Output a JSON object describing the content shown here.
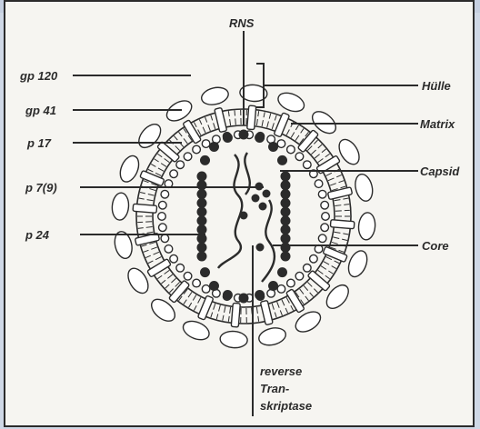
{
  "diagram": {
    "labels": {
      "rns": "RNS",
      "gp120": "gp 120",
      "gp41": "gp 41",
      "p17": "p 17",
      "p79": "p 7(9)",
      "p24": "p 24",
      "huelle": "Hülle",
      "matrix": "Matrix",
      "capsid": "Capsid",
      "core": "Core",
      "rt_line1": "reverse",
      "rt_line2": "Tran-",
      "rt_line3": "skriptase"
    },
    "colors": {
      "ink": "#2b2b2b",
      "paper": "#f6f5f1",
      "background": "#cfd8e6"
    }
  }
}
